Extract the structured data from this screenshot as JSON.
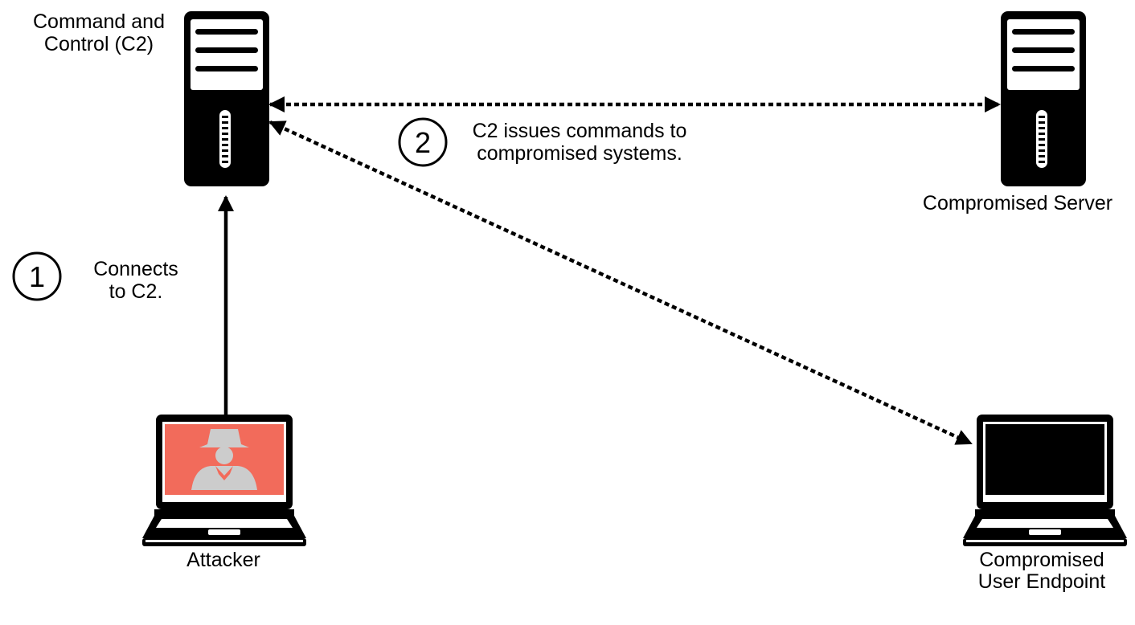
{
  "nodes": {
    "c2": {
      "label_line1": "Command and",
      "label_line2": "Control (C2)",
      "icon": "server-tower-icon"
    },
    "server": {
      "label": "Compromised Server",
      "icon": "server-tower-icon"
    },
    "attacker": {
      "label": "Attacker",
      "icon": "laptop-with-spy-icon",
      "screen_color": "#F26B5B",
      "figure_color": "#CCCCCC"
    },
    "endpoint": {
      "label_line1": "Compromised",
      "label_line2": "User Endpoint",
      "icon": "laptop-icon"
    }
  },
  "steps": [
    {
      "number": "1",
      "text_line1": "Connects",
      "text_line2": "to C2."
    },
    {
      "number": "2",
      "text_line1": "C2 issues commands to",
      "text_line2": "compromised systems."
    }
  ],
  "edges": [
    {
      "from": "attacker",
      "to": "c2",
      "style": "solid",
      "arrow": "to"
    },
    {
      "from": "c2",
      "to": "server",
      "style": "dotted",
      "arrow": "both"
    },
    {
      "from": "c2",
      "to": "endpoint",
      "style": "dotted",
      "arrow": "both"
    }
  ]
}
